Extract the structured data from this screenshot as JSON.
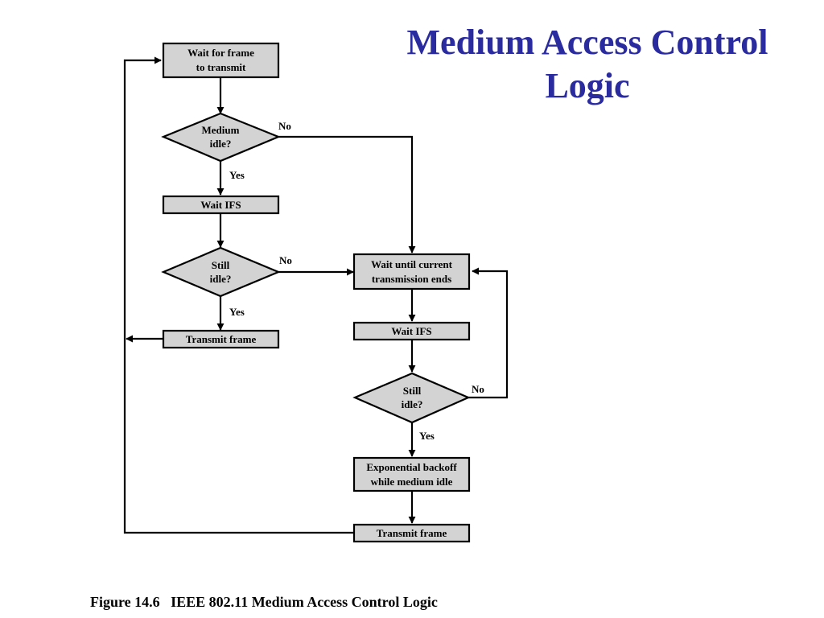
{
  "title": {
    "line1": "Medium Access Control",
    "line2": "Logic",
    "color": "#2b2ba0"
  },
  "caption": "Figure 14.6   IEEE 802.11 Medium Access Control Logic",
  "diagram": {
    "wait_frame": [
      "Wait for frame",
      "to transmit"
    ],
    "medium_idle": [
      "Medium",
      "idle?"
    ],
    "wait_ifs_1": "Wait IFS",
    "still_idle_1": [
      "Still",
      "idle?"
    ],
    "transmit_frame_1": "Transmit frame",
    "wait_until": [
      "Wait until current",
      "transmission ends"
    ],
    "wait_ifs_2": "Wait IFS",
    "still_idle_2": [
      "Still",
      "idle?"
    ],
    "backoff": [
      "Exponential backoff",
      "while medium idle"
    ],
    "transmit_frame_2": "Transmit frame",
    "edge_labels": {
      "yes": "Yes",
      "no": "No"
    }
  }
}
